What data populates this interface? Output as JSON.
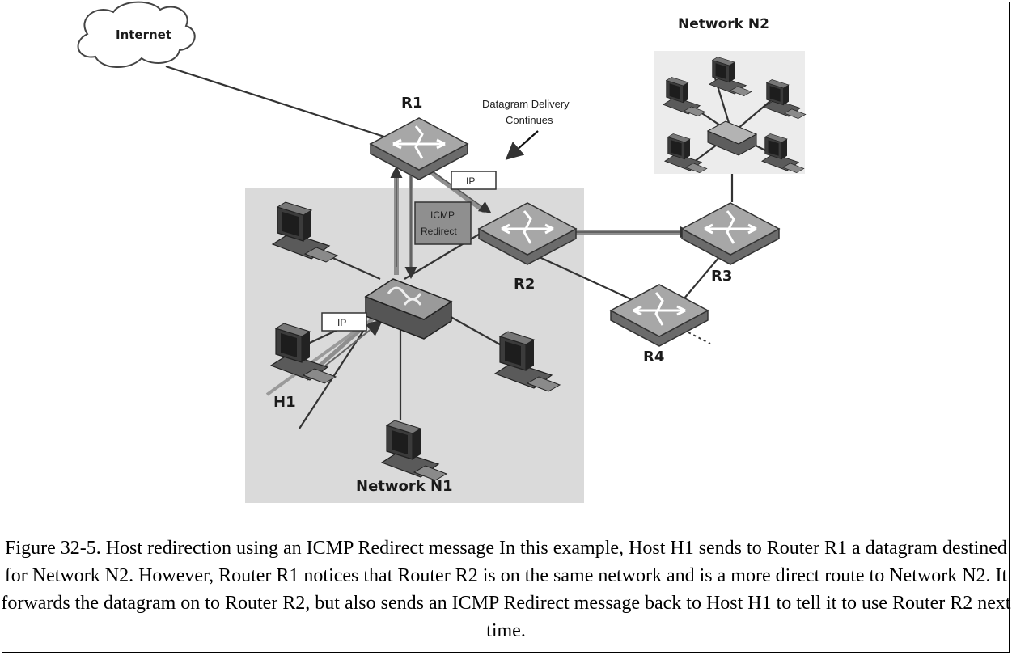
{
  "diagram": {
    "cloud_label": "Internet",
    "network_n1_label": "Network N1",
    "network_n2_label": "Network N2",
    "routers": {
      "r1": "R1",
      "r2": "R2",
      "r3": "R3",
      "r4": "R4"
    },
    "host_h1": "H1",
    "annotation_line1": "Datagram Delivery",
    "annotation_line2": "Continues",
    "ip_packet_top": "IP",
    "ip_packet_bottom": "IP",
    "icmp_line1": "ICMP",
    "icmp_line2": "Redirect"
  },
  "caption": {
    "text": "Figure 32-5. Host redirection using an ICMP Redirect message In this example, Host H1 sends to Router R1 a datagram destined for Network N2. However, Router R1 notices that Router R2 is on the same network and is a more direct route to Network N2. It forwards the datagram on to Router R2, but also sends an ICMP Redirect message back to Host H1 to tell it to use Router R2 next time."
  }
}
